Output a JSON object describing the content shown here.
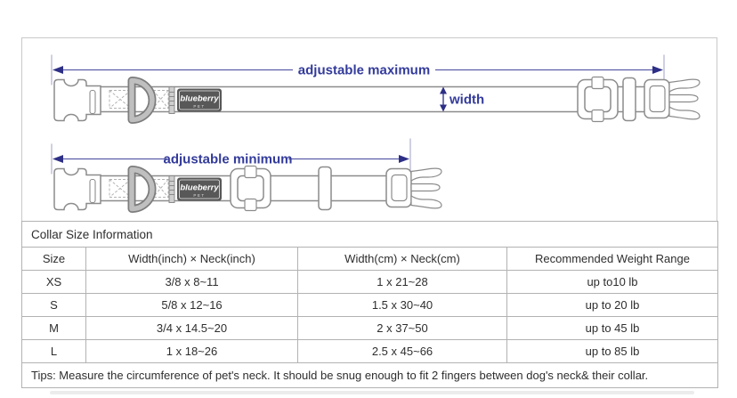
{
  "diagram": {
    "annotations": {
      "adjustable_maximum": "adjustable maximum",
      "adjustable_minimum": "adjustable minimum",
      "width": "width"
    },
    "brand_label": {
      "name": "blueberry",
      "sub": "PET"
    },
    "colors": {
      "annotation_text": "#333b9b",
      "arrow": "#2d2f86",
      "arrow_line": "#5b5da8",
      "outline": "#8c8c8c",
      "label_bg": "#585858"
    }
  },
  "table": {
    "title": "Collar Size Information",
    "headers": [
      "Size",
      "Width(inch) × Neck(inch)",
      "Width(cm) × Neck(cm)",
      "Recommended Weight Range"
    ],
    "rows": [
      {
        "size": "XS",
        "inch": "3/8 x 8~11",
        "cm": "1 x 21~28",
        "weight": "up to10 lb"
      },
      {
        "size": "S",
        "inch": "5/8 x 12~16",
        "cm": "1.5 x 30~40",
        "weight": "up to 20 lb"
      },
      {
        "size": "M",
        "inch": "3/4 x 14.5~20",
        "cm": "2 x 37~50",
        "weight": "up to 45 lb"
      },
      {
        "size": "L",
        "inch": "1 x 18~26",
        "cm": "2.5 x 45~66",
        "weight": "up to 85 lb"
      }
    ],
    "tips": "Tips: Measure the circumference of pet's neck. It should be snug enough to fit 2 fingers between dog's neck& their collar."
  }
}
